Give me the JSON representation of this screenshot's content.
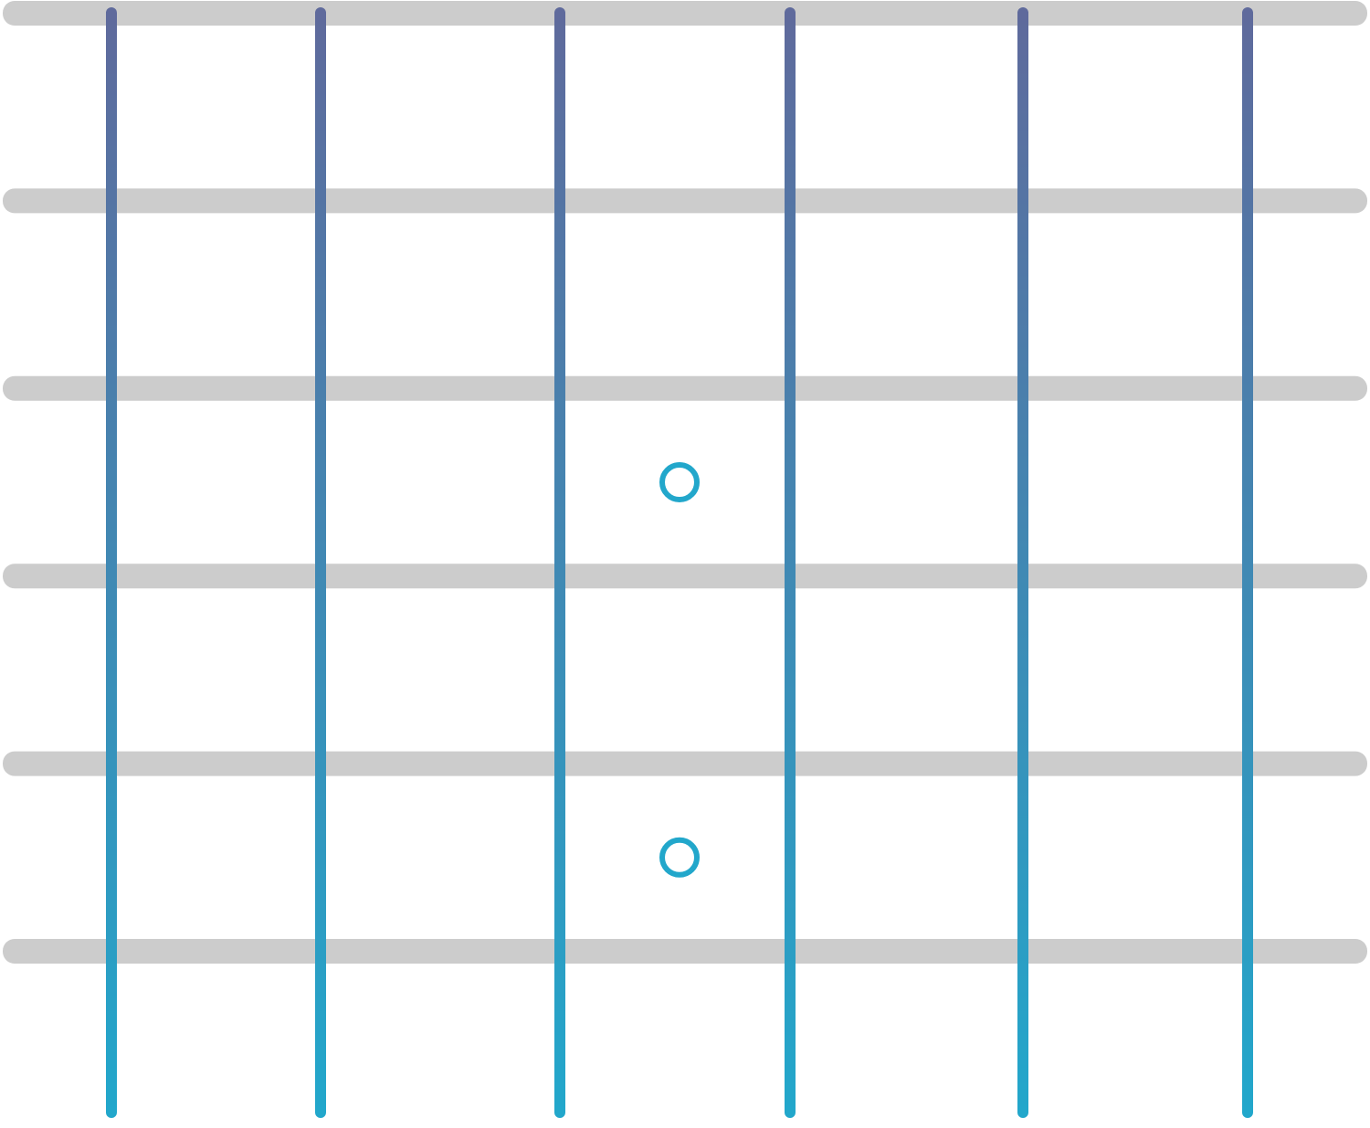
{
  "diagram": {
    "type": "guitar-fretboard",
    "string_count": 6,
    "fret_count": 6,
    "position_markers": [
      {
        "fret_space": 3,
        "style": "hollow-circle"
      },
      {
        "fret_space": 5,
        "style": "hollow-circle"
      }
    ],
    "colors": {
      "background": "#ffffff",
      "fret": "#cccccc",
      "string_gradient_top": "#5f6a9c",
      "string_gradient_bottom": "#22a7cb",
      "marker": "#22a7cb"
    }
  }
}
